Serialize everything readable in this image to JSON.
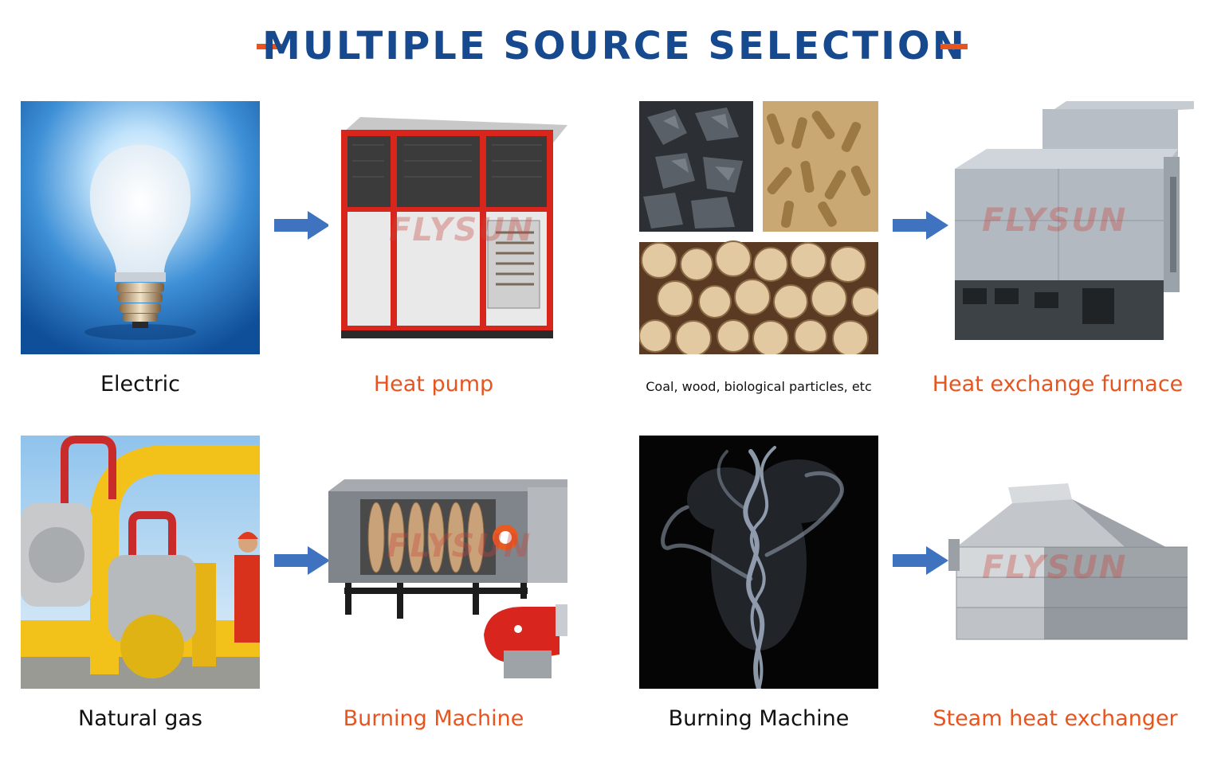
{
  "title": "MULTIPLE SOURCE SELECTION",
  "colors": {
    "title": "#17498f",
    "accent": "#e8541e",
    "arrow": "#3f72bf"
  },
  "watermark": "FLYSUN",
  "items": [
    {
      "label": "Electric",
      "style": "black"
    },
    {
      "label": "Heat pump",
      "style": "orange"
    },
    {
      "label": "Coal, wood, biological particles, etc",
      "style": "black"
    },
    {
      "label": "Heat exchange furnace",
      "style": "orange"
    },
    {
      "label": "Natural gas",
      "style": "black"
    },
    {
      "label": "Burning Machine",
      "style": "orange"
    },
    {
      "label": "Burning Machine",
      "style": "black"
    },
    {
      "label": "Steam heat exchanger",
      "style": "orange"
    }
  ]
}
